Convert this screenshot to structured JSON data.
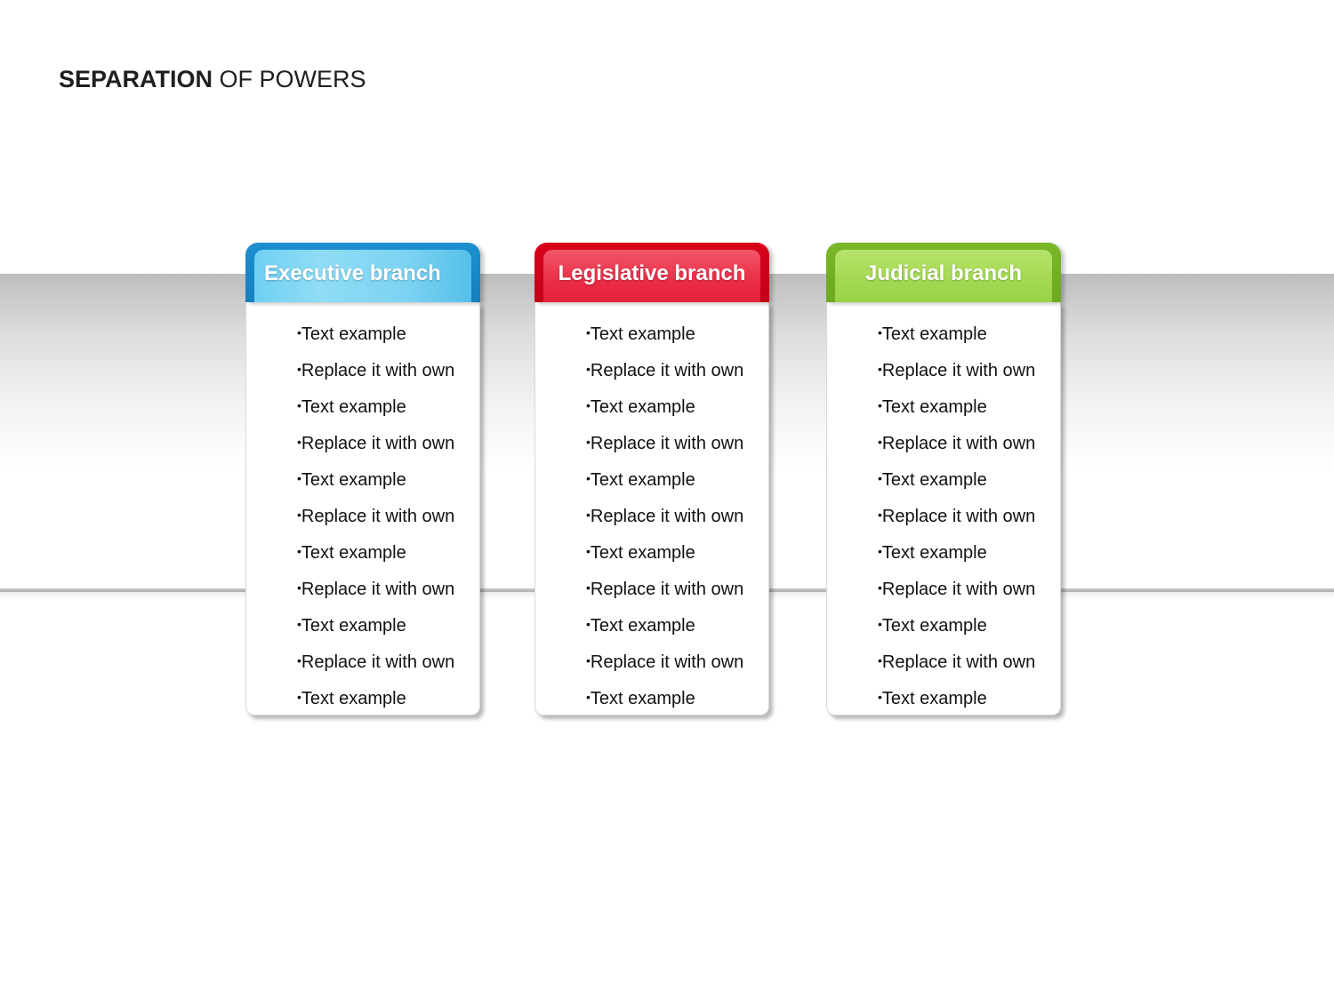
{
  "title": {
    "bold": "SEPARATION",
    "rest": " OF POWERS"
  },
  "branches": [
    {
      "title": "Executive branch",
      "color": "#1c8fd0",
      "items": [
        "Text example",
        "Replace it with own",
        "Text example",
        "Replace it with own",
        "Text example",
        "Replace it with own",
        "Text example",
        "Replace it with own",
        "Text example",
        "Replace it with own",
        "Text example"
      ]
    },
    {
      "title": "Legislative branch",
      "color": "#d8001b",
      "items": [
        "Text example",
        "Replace it with own",
        "Text example",
        "Replace it with own",
        "Text example",
        "Replace it with own",
        "Text example",
        "Replace it with own",
        "Text example",
        "Replace it with own",
        "Text example"
      ]
    },
    {
      "title": "Judicial branch",
      "color": "#7ab728",
      "items": [
        "Text example",
        "Replace it with own",
        "Text example",
        "Replace it with own",
        "Text example",
        "Replace it with own",
        "Text example",
        "Replace it with own",
        "Text example",
        "Replace it with own",
        "Text example"
      ]
    }
  ]
}
